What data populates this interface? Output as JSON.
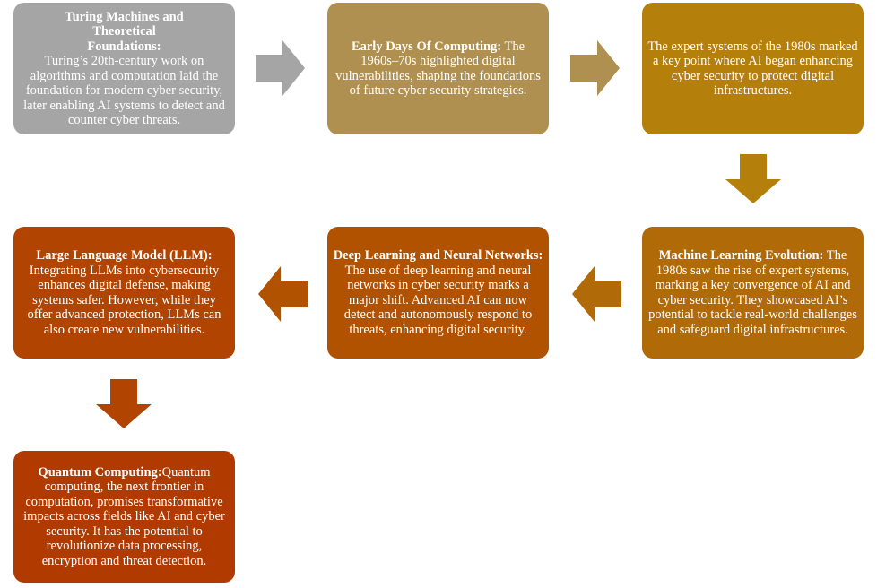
{
  "colors": {
    "turing": "#a5a5a5",
    "early": "#b09050",
    "expert": "#b57f0c",
    "ml": "#b06a08",
    "deep": "#b05200",
    "llm": "#b04400",
    "quantum": "#b03a00"
  },
  "steps": [
    {
      "title": "Turing Machines and Theoretical Foundations:",
      "body": "Turing’s 20th-century work on algorithms and computation laid the foundation for modern cyber security, later enabling AI systems to detect and counter cyber threats."
    },
    {
      "title": "Early Days Of Computing:",
      "body": "The 1960s–70s highlighted digital vulnerabilities, shaping the foundations of future cyber security strategies."
    },
    {
      "title": "",
      "body": "The expert systems of the 1980s marked a key point where AI began enhancing cyber security to protect digital infrastructures."
    },
    {
      "title": "Machine Learning Evolution:",
      "body": "The 1980s saw the rise of expert systems, marking a key convergence of AI and cyber security. They showcased AI’s potential to tackle real-world challenges and safeguard digital infrastructures."
    },
    {
      "title": "Deep Learning and Neural Networks:",
      "body": "The use of deep learning and neural networks in cyber security marks a major shift. Advanced AI can now detect and autonomously respond to threats, enhancing digital security."
    },
    {
      "title": "Large Language Model (LLM):",
      "body": "Integrating LLMs into cybersecurity enhances digital defense, making systems safer. However, while they offer advanced protection, LLMs can also create new vulnerabilities."
    },
    {
      "title": "Quantum Computing:",
      "body": "Quantum computing, the next frontier in computation, promises transformative impacts across fields like AI and cyber security. It has the potential to revolutionize data processing, encryption and threat detection."
    }
  ]
}
